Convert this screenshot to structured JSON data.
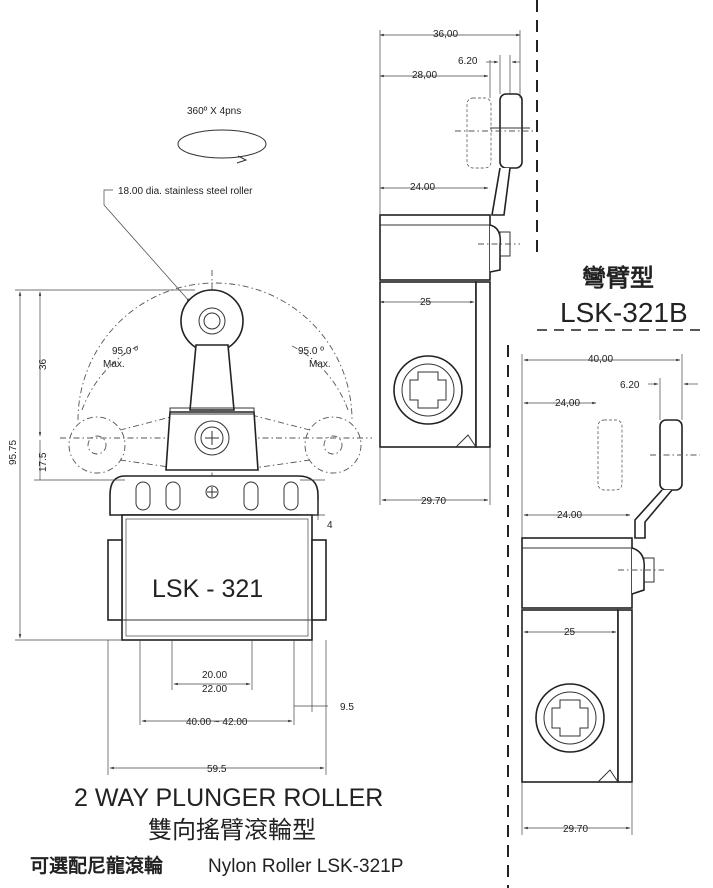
{
  "rotation_note": "360º X 4pns",
  "roller_note": "18.00 dia. stainless steel roller",
  "angle_left": "95.0 º",
  "angle_left_sub": "Max.",
  "angle_right": "95.0 º",
  "angle_right_sub": "Max.",
  "front_view": {
    "dim_height_total": "95.75",
    "dim_36": "36",
    "dim_17_5": "17.5",
    "dim_4": "4",
    "model_label": "LSK - 321",
    "dim_20": "20.00",
    "dim_22": "22.00",
    "dim_40_42": "40.00 ~ 42.00",
    "dim_9_5": "9.5",
    "dim_59_5": "59.5"
  },
  "side_view_top": {
    "dim_36": "36,00",
    "dim_6_20": "6.20",
    "dim_28": "28,00",
    "dim_24": "24.00",
    "dim_25": "25",
    "dim_29_70": "29.70"
  },
  "side_view_bottom": {
    "dim_40": "40,00",
    "dim_6_20": "6.20",
    "dim_24a": "24,00",
    "dim_24b": "24.00",
    "dim_25": "25",
    "dim_29_70": "29.70"
  },
  "variant_b_chinese": "彎臂型",
  "variant_b_model": "LSK-321B",
  "title_english": "2 WAY PLUNGER ROLLER",
  "title_chinese": "雙向搖臂滾輪型",
  "footer_chinese": "可選配尼龍滾輪",
  "footer_english": "Nylon Roller LSK-321P"
}
